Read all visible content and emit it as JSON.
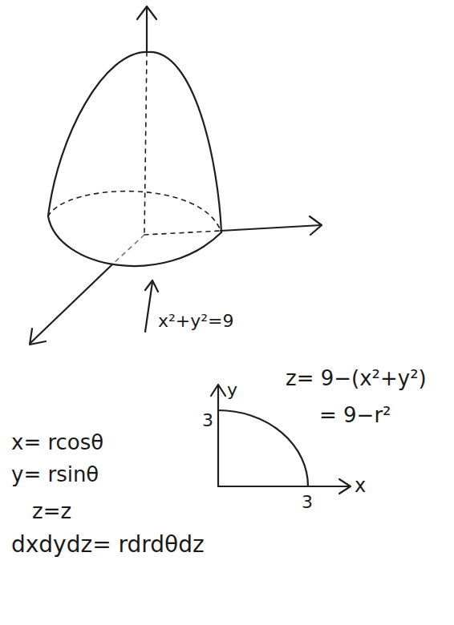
{
  "diagram": {
    "labels": [
      "x²+y²=9",
      "y",
      "3",
      "3",
      "x",
      "z= 9−(x²+y²)",
      "= 9−r²",
      "x= rcosθ",
      "y= rsinθ",
      "z=z",
      "dxdydz= rdrdθdz"
    ]
  }
}
